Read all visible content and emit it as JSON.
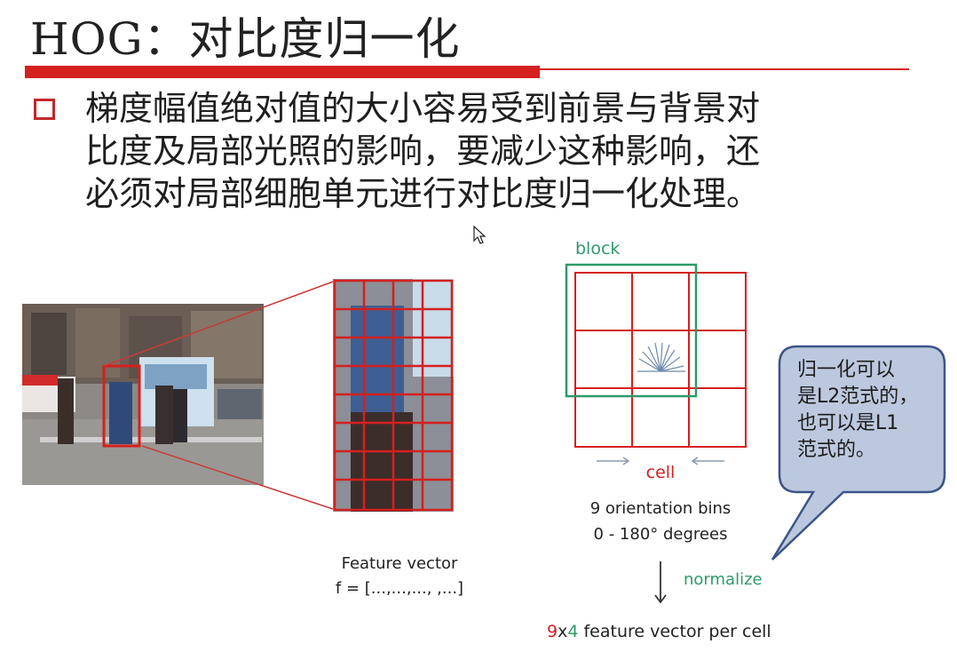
{
  "slide": {
    "title": "HOG：对比度归一化",
    "bullet_lines": [
      "梯度幅值绝对值的大小容易受到前景与背景对",
      "比度及局部光照的影响，要减少这种影响，还",
      "必须对局部细胞单元进行对比度归一化处理。"
    ]
  },
  "colors": {
    "accent_red": "#d4201e",
    "block_green": "#2e9a6a",
    "callout_fill": "#bcc8de",
    "callout_border": "#3c5488"
  },
  "figure": {
    "feature_vector_label": "Feature vector",
    "feature_vector_formula": "f = [...,...,...,    ,...]",
    "block_label": "block",
    "cell_label": "cell",
    "bins_line1": "9 orientation bins",
    "bins_line2": "0 - 180° degrees",
    "normalize_label": "normalize",
    "bottom_n1": "9",
    "bottom_x": "x",
    "bottom_n2": "4",
    "bottom_rest": " feature vector per cell"
  },
  "callout": {
    "lines": [
      "归一化可以",
      "是L2范式的，",
      "也可以是L1",
      "范式的。"
    ]
  }
}
